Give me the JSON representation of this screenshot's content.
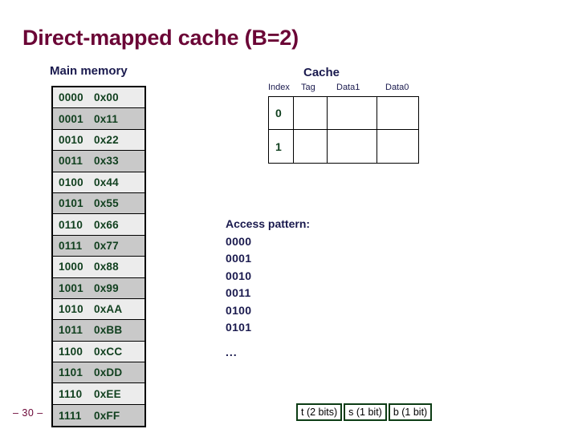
{
  "slide": {
    "title": "Direct-mapped cache (B=2)",
    "page_number": "– 30 –",
    "title_color": "#6B0536",
    "heading_color": "#1A1A4E",
    "table_text_color": "#11401F",
    "row_light_color": "#ececec",
    "row_dark_color": "#c9c9c9",
    "bitfield_border_color": "#0C3C14"
  },
  "main_memory": {
    "label": "Main memory",
    "rows": [
      {
        "address": "0000",
        "value": "0x00"
      },
      {
        "address": "0001",
        "value": "0x11"
      },
      {
        "address": "0010",
        "value": "0x22"
      },
      {
        "address": "0011",
        "value": "0x33"
      },
      {
        "address": "0100",
        "value": "0x44"
      },
      {
        "address": "0101",
        "value": "0x55"
      },
      {
        "address": "0110",
        "value": "0x66"
      },
      {
        "address": "0111",
        "value": "0x77"
      },
      {
        "address": "1000",
        "value": "0x88"
      },
      {
        "address": "1001",
        "value": "0x99"
      },
      {
        "address": "1010",
        "value": "0xAA"
      },
      {
        "address": "1011",
        "value": "0xBB"
      },
      {
        "address": "1100",
        "value": "0xCC"
      },
      {
        "address": "1101",
        "value": "0xDD"
      },
      {
        "address": "1110",
        "value": "0xEE"
      },
      {
        "address": "1111",
        "value": "0xFF"
      }
    ]
  },
  "cache": {
    "label": "Cache",
    "headers": {
      "index": "Index",
      "tag": "Tag",
      "data1": "Data1",
      "data0": "Data0"
    },
    "rows": [
      {
        "index": "0",
        "tag": "",
        "data1": "",
        "data0": ""
      },
      {
        "index": "1",
        "tag": "",
        "data1": "",
        "data0": ""
      }
    ]
  },
  "access_pattern": {
    "title": "Access pattern:",
    "items": [
      "0000",
      "0001",
      "0010",
      "0011",
      "0100",
      "0101"
    ],
    "ellipsis": "..."
  },
  "address_fields": [
    {
      "label": "t (2 bits)"
    },
    {
      "label": "s (1 bit)"
    },
    {
      "label": "b (1 bit)"
    }
  ]
}
